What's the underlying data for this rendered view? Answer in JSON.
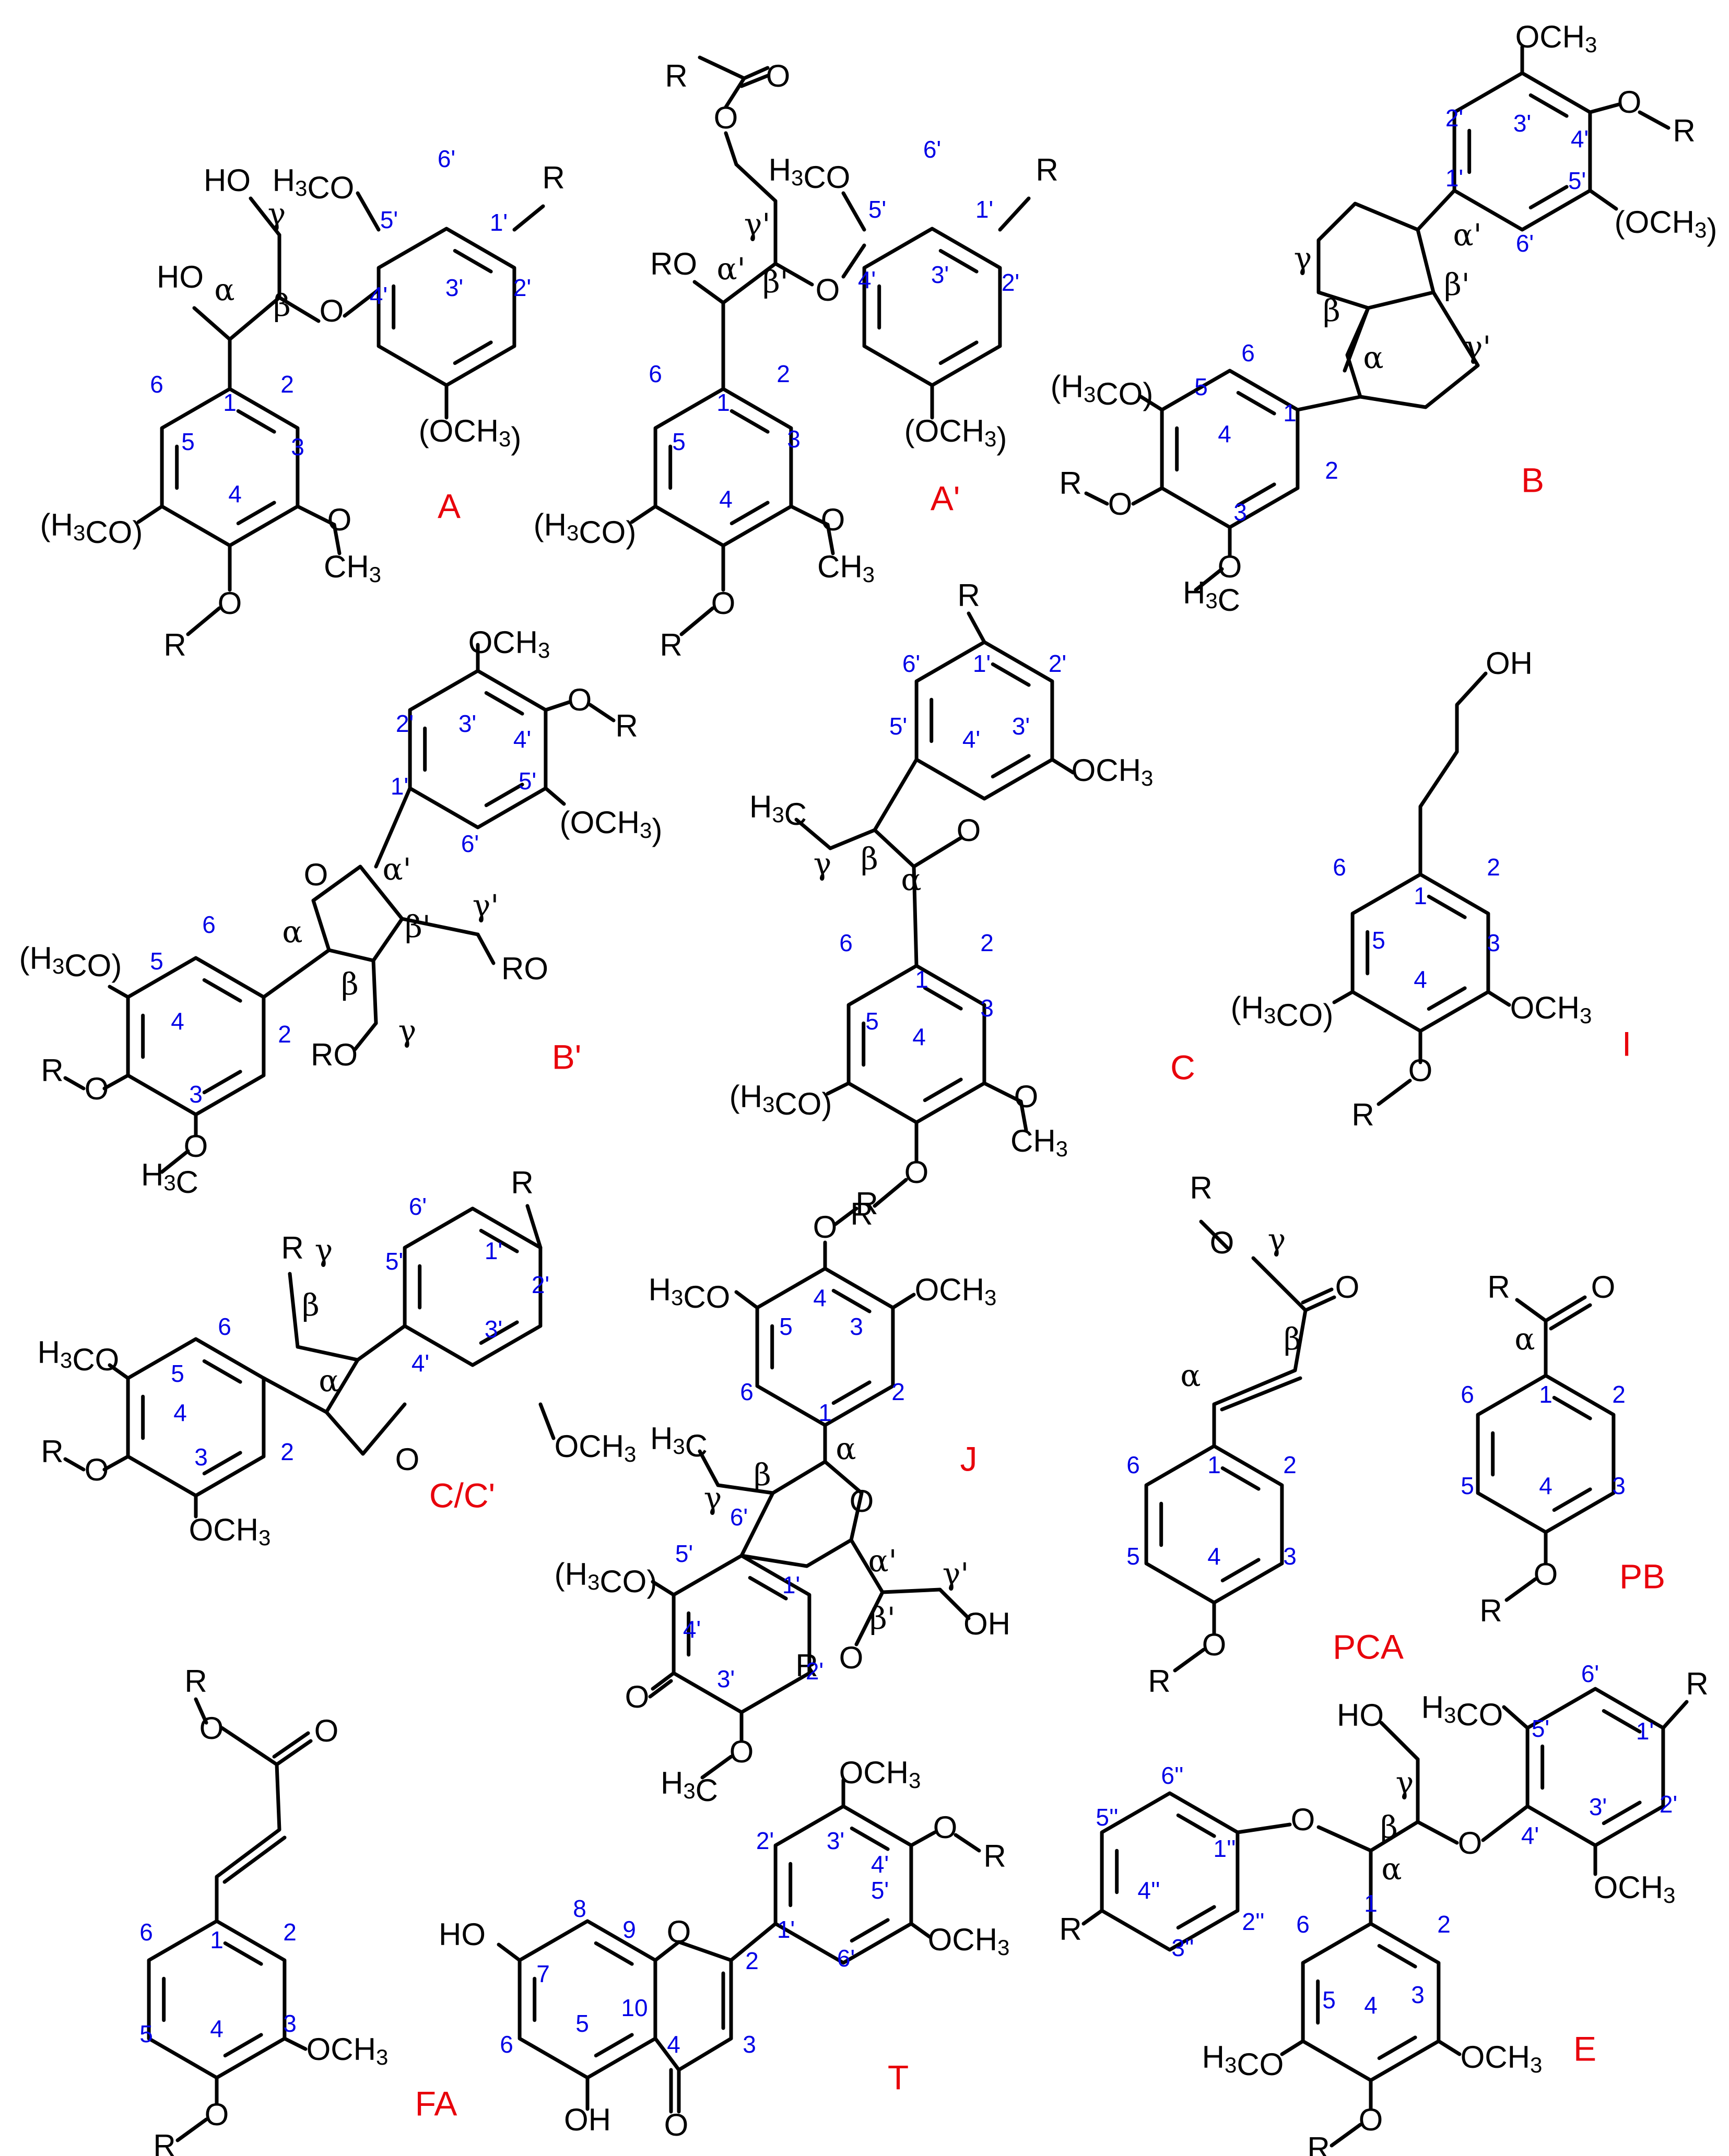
{
  "colors": {
    "bond": "#000000",
    "atom_text": "#000000",
    "position_number": "#0000e6",
    "structure_label": "#e8000b",
    "background": "#ffffff"
  },
  "structures": [
    {
      "label": "A",
      "atoms": {
        "r": "R",
        "ho_g": "HO",
        "h3co": "H3CO",
        "ho_a": "HO",
        "o": "O",
        "och3_35": "(OCH3)",
        "h3co_5": "(H3CO)",
        "o3": "O",
        "ch3": "CH3",
        "ro": "R",
        "o4": "O"
      },
      "greek": {
        "g": "γ",
        "b": "β",
        "a": "α"
      },
      "numbers": {
        "n6p": "6'",
        "n5p": "5'",
        "n1p": "1'",
        "n4p": "4'",
        "n3p": "3'",
        "n2p": "2'",
        "n1": "1",
        "n2": "2",
        "n3": "3",
        "n4": "4",
        "n5": "5",
        "n6": "6"
      }
    },
    {
      "label": "A'",
      "atoms": {
        "r_top": "R",
        "o_carb": "O",
        "o_ester": "O",
        "h3co": "H3CO",
        "r": "R",
        "ro": "RO",
        "o": "O",
        "och3_35": "(OCH3)",
        "h3co_5": "(H3CO)",
        "o3": "O",
        "ch3": "CH3",
        "r4": "R",
        "o4": "O"
      },
      "greek": {
        "g": "γ'",
        "b": "β'",
        "a": "α'"
      },
      "numbers": {
        "n6p": "6'",
        "n5p": "5'",
        "n1p": "1'",
        "n4p": "4'",
        "n3p": "3'",
        "n2p": "2'",
        "n1": "1",
        "n2": "2",
        "n3": "3",
        "n4": "4",
        "n5": "5",
        "n6": "6"
      }
    },
    {
      "label": "B",
      "atoms": {
        "och3": "OCH3",
        "o4": "O",
        "r4": "R",
        "och3_5": "(OCH3)",
        "h3co_5": "(H3CO)",
        "r": "R",
        "o": "O",
        "o3": "O",
        "h3c": "H3C"
      },
      "greek": {
        "ap": "α'",
        "bp": "β'",
        "gp": "γ'",
        "g": "γ",
        "b": "β",
        "a": "α"
      },
      "numbers": {
        "n2p": "2'",
        "n3p": "3'",
        "n4p": "4'",
        "n1p": "1'",
        "n5p": "5'",
        "n6p": "6'",
        "n5": "5",
        "n6": "6",
        "n4": "4",
        "n1": "1",
        "n3": "3",
        "n2": "2"
      }
    },
    {
      "label": "B'",
      "atoms": {
        "och3": "OCH3",
        "o4": "O",
        "r4": "R",
        "och3_5": "(OCH3)",
        "o_ring": "O",
        "ro_gp": "RO",
        "ro_g": "RO",
        "h3co_5": "(H3CO)",
        "r": "R",
        "o": "O",
        "o3": "O",
        "h3c": "H3C"
      },
      "greek": {
        "ap": "α'",
        "bp": "β'",
        "gp": "γ'",
        "a": "α",
        "b": "β",
        "g": "γ"
      },
      "numbers": {
        "n2p": "2'",
        "n3p": "3'",
        "n4p": "4'",
        "n1p": "1'",
        "n5p": "5'",
        "n6p": "6'",
        "n6": "6",
        "n5": "5",
        "n4": "4",
        "n3": "3",
        "n2": "2"
      }
    },
    {
      "label": "C",
      "atoms": {
        "r": "R",
        "och3": "OCH3",
        "h3c": "H3C",
        "o": "O",
        "h3co_5": "(H3CO)",
        "o3": "O",
        "ch3": "CH3",
        "ro": "R",
        "o4": "O"
      },
      "greek": {
        "g": "γ",
        "b": "β",
        "a": "α"
      },
      "numbers": {
        "n6p": "6'",
        "n1p": "1'",
        "n2p": "2'",
        "n5p": "5'",
        "n4p": "4'",
        "n3p": "3'",
        "n6": "6",
        "n1": "1",
        "n2": "2",
        "n5": "5",
        "n4": "4",
        "n3": "3"
      }
    },
    {
      "label": "I",
      "atoms": {
        "oh": "OH",
        "h3co_5": "(H3CO)",
        "och3": "OCH3",
        "r": "R",
        "o": "O"
      },
      "numbers": {
        "n6": "6",
        "n1": "1",
        "n2": "2",
        "n5": "5",
        "n4": "4",
        "n3": "3"
      }
    },
    {
      "label": "C/C'",
      "atoms": {
        "r_g": "R",
        "r": "R",
        "o": "O",
        "och3": "OCH3",
        "h3co": "H3CO",
        "r4": "R",
        "o4": "O",
        "och3_3": "OCH3"
      },
      "greek": {
        "g": "γ",
        "b": "β",
        "a": "α"
      },
      "numbers": {
        "n6p": "6'",
        "n1p": "1'",
        "n5p": "5'",
        "n2p": "2'",
        "n3p": "3'",
        "n4p": "4'",
        "n6": "6",
        "n5": "5",
        "n4": "4",
        "n3": "3",
        "n2": "2"
      }
    },
    {
      "label": "J",
      "atoms": {
        "o_top": "O",
        "r_top": "R",
        "h3co": "H3CO",
        "och3": "OCH3",
        "h3c": "H3C",
        "o_ring": "O",
        "h3co_5p": "(H3CO)",
        "o_keto": "O",
        "o3p": "O",
        "h3c_b": "H3C",
        "r": "R",
        "o_bp": "O",
        "oh": "OH"
      },
      "greek": {
        "a": "α",
        "g": "γ",
        "b": "β",
        "ap": "α'",
        "bp": "β'",
        "gp": "γ'"
      },
      "numbers": {
        "n5": "5",
        "n4": "4",
        "n3": "3",
        "n6": "6",
        "n2": "2",
        "n1": "1",
        "n6p": "6'",
        "n5p": "5'",
        "n1p": "1'",
        "n4p": "4'",
        "n3p": "3'",
        "n2p": "2'"
      }
    },
    {
      "label": "PCA",
      "atoms": {
        "r_top": "R",
        "o_ester": "O",
        "o_carb": "O",
        "ro": "R",
        "o4": "O"
      },
      "greek": {
        "g": "γ",
        "b": "β",
        "a": "α"
      },
      "numbers": {
        "n6": "6",
        "n1": "1",
        "n2": "2",
        "n5": "5",
        "n4": "4",
        "n3": "3"
      }
    },
    {
      "label": "PB",
      "atoms": {
        "r": "R",
        "o": "O",
        "ro": "R",
        "o4": "O"
      },
      "greek": {
        "a": "α"
      },
      "numbers": {
        "n6": "6",
        "n1": "1",
        "n2": "2",
        "n5": "5",
        "n4": "4",
        "n3": "3"
      }
    },
    {
      "label": "FA",
      "atoms": {
        "r_top": "R",
        "o_ester": "O",
        "o_carb": "O",
        "och3": "OCH3",
        "ro": "R",
        "o4": "O"
      },
      "numbers": {
        "n6": "6",
        "n1": "1",
        "n2": "2",
        "n5": "5",
        "n4": "4",
        "n3": "3"
      }
    },
    {
      "label": "T",
      "atoms": {
        "och3_3p": "OCH3",
        "o4p": "O",
        "r": "R",
        "och3_5p": "OCH3",
        "ho7": "HO",
        "o1": "O",
        "oh5": "OH",
        "o4": "O"
      },
      "numbers": {
        "n2p": "2'",
        "n3p": "3'",
        "n4p": "4'",
        "n5p": "5'",
        "n1p": "1'",
        "n6p": "6'",
        "n8": "8",
        "n9": "9",
        "n7": "7",
        "n2": "2",
        "n6": "6",
        "n10": "10",
        "n5": "5",
        "n4": "4",
        "n3": "3"
      }
    },
    {
      "label": "E",
      "atoms": {
        "ho": "HO",
        "h3co": "H3CO",
        "r": "R",
        "o_b": "O",
        "o_a": "O",
        "och3_3p": "OCH3",
        "r4pp": "R",
        "h3co_5": "H3CO",
        "och3_3": "OCH3",
        "ro": "R",
        "o4": "O"
      },
      "greek": {
        "g": "γ",
        "b": "β",
        "a": "α"
      },
      "numbers": {
        "n6p": "6'",
        "n5p": "5'",
        "n1p": "1'",
        "n4p": "4'",
        "n3p": "3'",
        "n2p": "2'",
        "n6pp": "6''",
        "n5pp": "5''",
        "n1pp": "1''",
        "n4pp": "4''",
        "n2pp": "2''",
        "n3pp": "3''",
        "n6": "6",
        "n1": "1",
        "n2": "2",
        "n5": "5",
        "n4": "4",
        "n3": "3"
      }
    }
  ]
}
